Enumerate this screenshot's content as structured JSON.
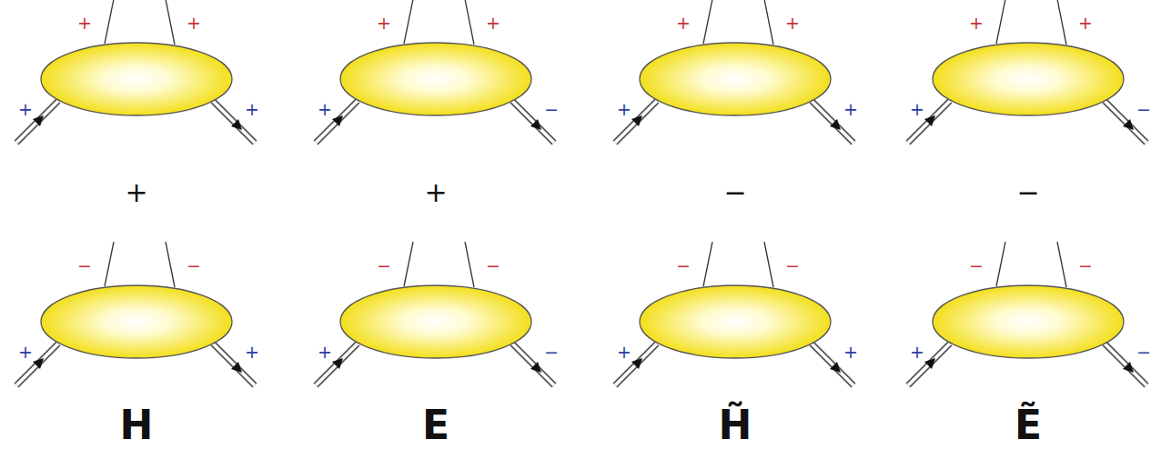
{
  "diagram": {
    "labels": [
      "+",
      "+",
      "+",
      "+",
      "+",
      "+",
      "+",
      "−",
      "+",
      "+",
      "+",
      "+",
      "+",
      "+",
      "+",
      "−",
      "+",
      "+",
      "−",
      "−",
      "−",
      "−",
      "+",
      "+",
      "−",
      "−",
      "+",
      "−",
      "−",
      "−",
      "+",
      "+",
      "−",
      "−",
      "+",
      "−",
      "H",
      "E",
      "H̃",
      "Ẽ"
    ]
  }
}
